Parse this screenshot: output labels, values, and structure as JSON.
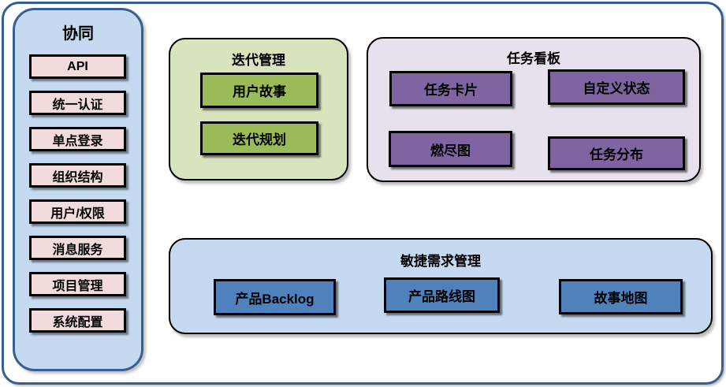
{
  "sidebar": {
    "title": "协同",
    "items": [
      "API",
      "统一认证",
      "单点登录",
      "组织结构",
      "用户/权限",
      "消息服务",
      "项目管理",
      "系统配置"
    ]
  },
  "groups": {
    "iteration": {
      "title": "迭代管理",
      "items": [
        "用户故事",
        "迭代规划"
      ]
    },
    "kanban": {
      "title": "任务看板",
      "items": [
        "任务卡片",
        "自定义状态",
        "燃尽图",
        "任务分布"
      ]
    },
    "requirements": {
      "title": "敏捷需求管理",
      "items": [
        "产品Backlog",
        "产品路线图",
        "故事地图"
      ]
    }
  },
  "palette": {
    "frame_border": "#33608f",
    "sidebar_bg": "#c5d9f1",
    "sidebar_border": "#376092",
    "sidebar_item_bg": "#f2dcdb",
    "iteration_bg": "#d8e4bd",
    "iteration_item_bg": "#9bbb59",
    "kanban_bg": "#e6e1ed",
    "kanban_item_bg": "#8064a2",
    "requirements_bg": "#c5d9f1",
    "requirements_item_bg": "#4f81bd",
    "item_border": "#000000",
    "text": "#000000"
  }
}
